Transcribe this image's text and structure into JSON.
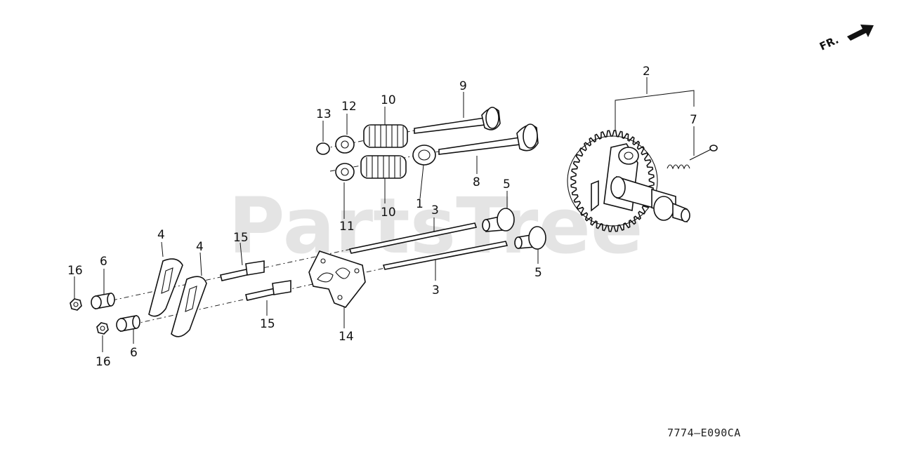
{
  "diagram": {
    "watermark": "PartsTree",
    "watermark_mark": "™",
    "direction_label": "FR.",
    "figure_code": "7774—E090CA",
    "callouts": {
      "c1": "1",
      "c2": "2",
      "c3a": "3",
      "c3b": "3",
      "c4a": "4",
      "c4b": "4",
      "c5a": "5",
      "c5b": "5",
      "c6a": "6",
      "c6b": "6",
      "c7": "7",
      "c8": "8",
      "c9": "9",
      "c10a": "10",
      "c10b": "10",
      "c11": "11",
      "c12": "12",
      "c13": "13",
      "c14": "14",
      "c15a": "15",
      "c15b": "15",
      "c16a": "16",
      "c16b": "16"
    }
  }
}
